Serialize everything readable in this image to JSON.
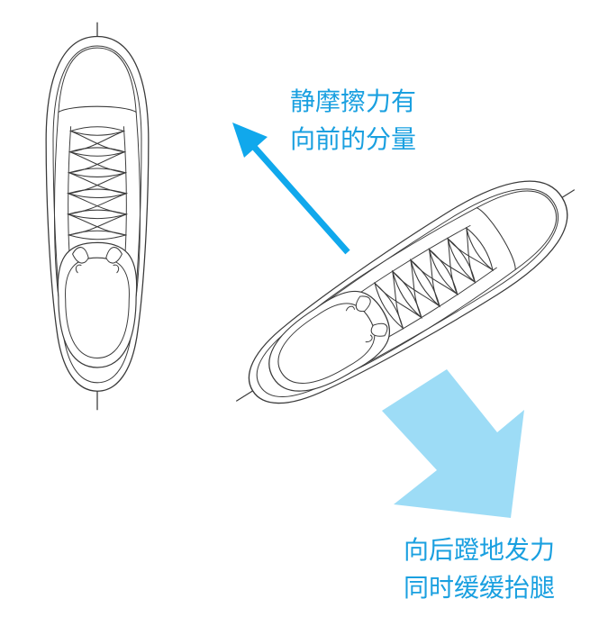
{
  "labels": {
    "friction": {
      "line1": "静摩擦力有",
      "line2": "向前的分量"
    },
    "kick": {
      "line1": "向后蹬地发力",
      "line2": "同时缓缓抬腿"
    }
  },
  "colors": {
    "text": "#1aa0e0",
    "forward_arrow": "#10a8ec",
    "push_arrow": "#9ddcf6",
    "outline": "#3a3a3a"
  },
  "icons": {
    "left_shoe": "skate-shoe-straight",
    "right_shoe": "skate-shoe-angled"
  }
}
